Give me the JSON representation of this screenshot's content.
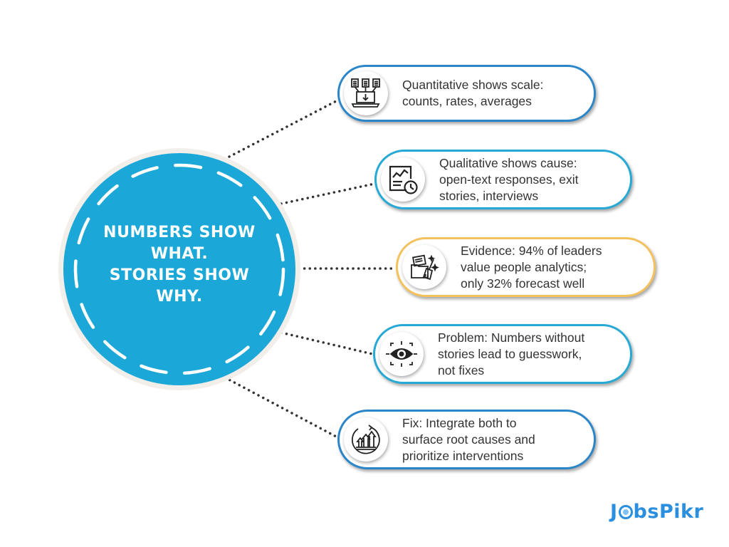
{
  "hub": {
    "title_lines": [
      "NUMBERS SHOW",
      "WHAT.",
      "STORIES SHOW",
      "WHY."
    ],
    "color": "#1ba8d8"
  },
  "cards": [
    {
      "icon": "laptop-download-icon",
      "lines": [
        "Quantitative shows scale:",
        "counts, rates, averages"
      ],
      "border_color": "#2a86c9"
    },
    {
      "icon": "report-chart-clock-icon",
      "lines": [
        "Qualitative shows cause:",
        "open-text responses, exit",
        "stories, interviews"
      ],
      "border_color": "#27a9d6"
    },
    {
      "icon": "folder-clean-icon",
      "lines": [
        "Evidence: 94% of leaders",
        "value people analytics;",
        "only 32% forecast well"
      ],
      "border_color": "#f4c25c"
    },
    {
      "icon": "eye-focus-icon",
      "lines": [
        "Problem: Numbers without",
        "stories lead to guesswork,",
        "not fixes"
      ],
      "border_color": "#27a9d6"
    },
    {
      "icon": "growth-arrows-icon",
      "lines": [
        "Fix: Integrate both to",
        "surface root causes and",
        "prioritize interventions"
      ],
      "border_color": "#2a86c9"
    }
  ],
  "logo": {
    "prefix": "J",
    "suffix": "bsPikr",
    "color": "#2b8fe0"
  }
}
